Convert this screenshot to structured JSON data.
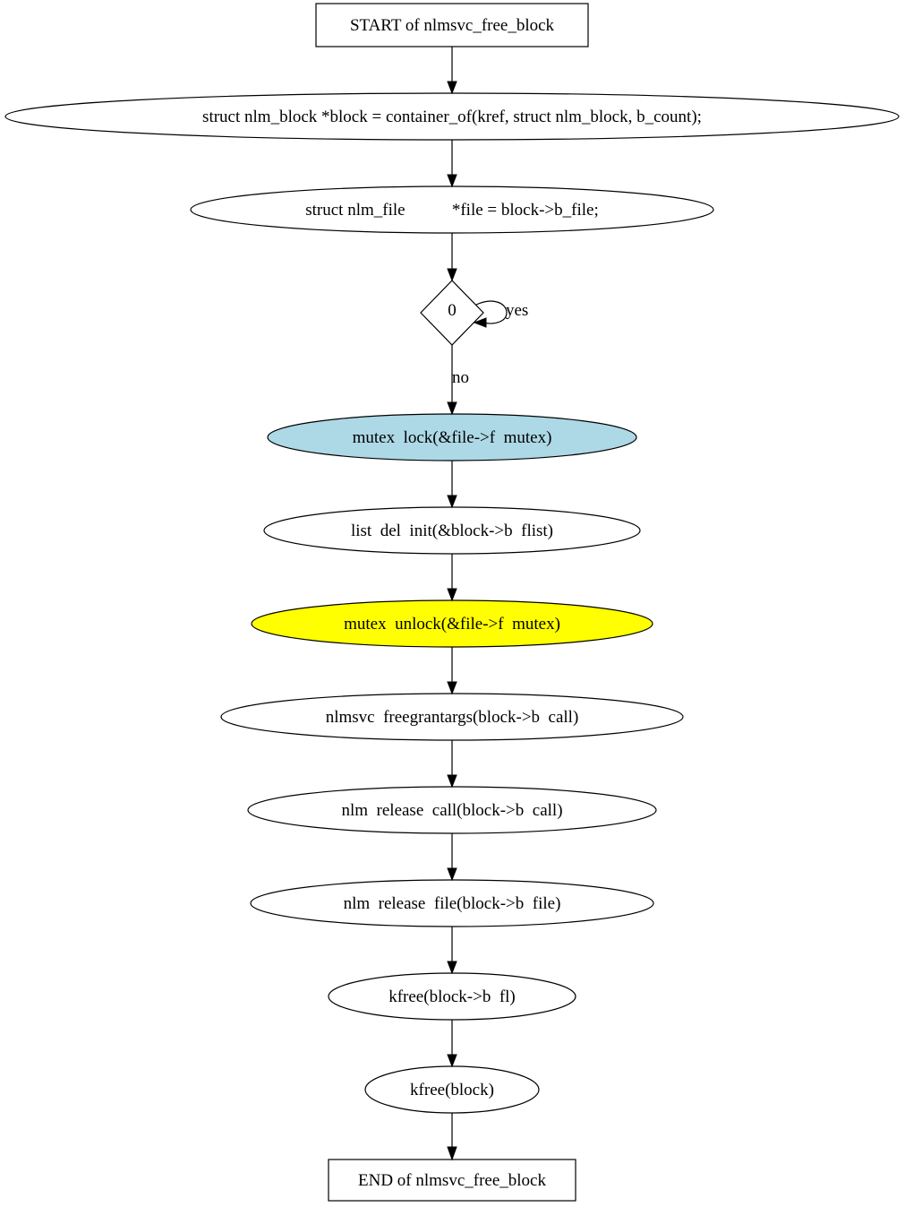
{
  "diagram": {
    "type": "flowchart",
    "nodes": {
      "start": {
        "label": "START of nlmsvc_free_block",
        "shape": "rectangle",
        "fill": "#ffffff"
      },
      "n1": {
        "label": "struct nlm_block *block = container_of(kref, struct nlm_block, b_count);",
        "shape": "ellipse",
        "fill": "#ffffff"
      },
      "n2": {
        "label": "struct nlm_file           *file = block->b_file;",
        "shape": "ellipse",
        "fill": "#ffffff"
      },
      "decision": {
        "label": "0",
        "shape": "diamond",
        "fill": "#ffffff"
      },
      "n3": {
        "label": "mutex  lock(&file->f  mutex)",
        "shape": "ellipse",
        "fill": "#add8e6"
      },
      "n4": {
        "label": "list  del  init(&block->b  flist)",
        "shape": "ellipse",
        "fill": "#ffffff"
      },
      "n5": {
        "label": "mutex  unlock(&file->f  mutex)",
        "shape": "ellipse",
        "fill": "#ffff00"
      },
      "n6": {
        "label": "nlmsvc  freegrantargs(block->b  call)",
        "shape": "ellipse",
        "fill": "#ffffff"
      },
      "n7": {
        "label": "nlm  release  call(block->b  call)",
        "shape": "ellipse",
        "fill": "#ffffff"
      },
      "n8": {
        "label": "nlm  release  file(block->b  file)",
        "shape": "ellipse",
        "fill": "#ffffff"
      },
      "n9": {
        "label": "kfree(block->b  fl)",
        "shape": "ellipse",
        "fill": "#ffffff"
      },
      "n10": {
        "label": "kfree(block)",
        "shape": "ellipse",
        "fill": "#ffffff"
      },
      "end": {
        "label": "END of nlmsvc_free_block",
        "shape": "rectangle",
        "fill": "#ffffff"
      }
    },
    "edges": {
      "yes": {
        "from": "decision",
        "to": "decision",
        "label": "yes"
      },
      "no": {
        "from": "decision",
        "to": "n3",
        "label": "no"
      }
    }
  }
}
